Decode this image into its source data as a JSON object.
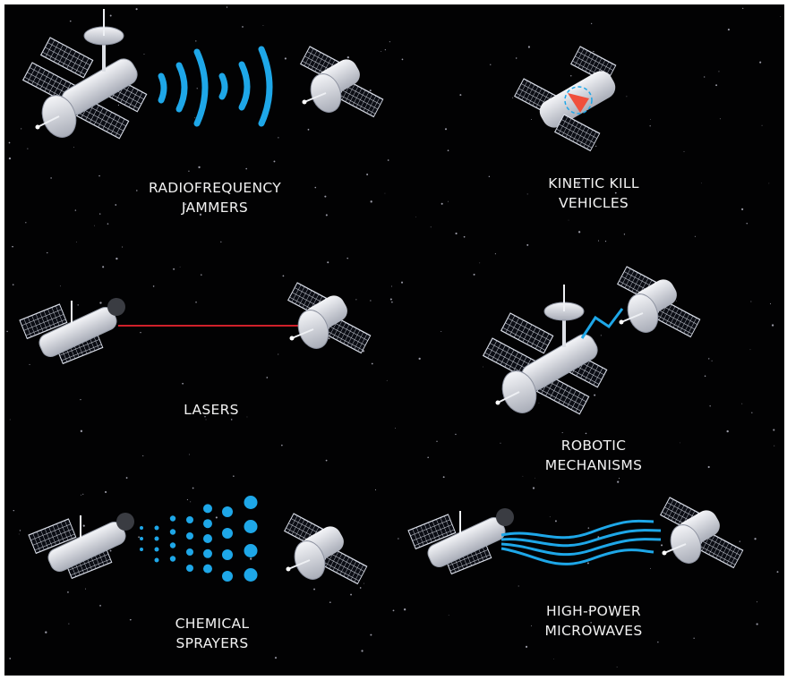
{
  "panels": [
    {
      "id": "rf",
      "line1": "RADIOFREQUENCY",
      "line2": "JAMMERS"
    },
    {
      "id": "kinetic",
      "line1": "KINETIC KILL",
      "line2": "VEHICLES"
    },
    {
      "id": "lasers",
      "line1": "LASERS"
    },
    {
      "id": "robotic",
      "line1": "ROBOTIC",
      "line2": "MECHANISMS"
    },
    {
      "id": "chemical",
      "line1": "CHEMICAL",
      "line2": "SPRAYERS"
    },
    {
      "id": "microwave",
      "line1": "HIGH-POWER",
      "line2": "MICROWAVES"
    }
  ],
  "colors": {
    "background": "#020203",
    "accent_blue": "#1ea7e8",
    "laser_red": "#d0202a",
    "impact": "#f0503c",
    "text": "#f2f2f2"
  }
}
